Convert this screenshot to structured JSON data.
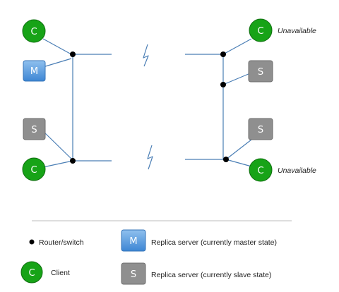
{
  "nodes": {
    "client_letter": "C",
    "master_letter": "M",
    "slave_letter": "S"
  },
  "status": {
    "unavailable_top": "Unavailable",
    "unavailable_bottom": "Unavailable"
  },
  "legend": {
    "router_label": "Router/switch",
    "client_label": "Client",
    "master_label": "Replica server (currently master state)",
    "slave_label": "Replica server (currently slave state)"
  },
  "colors": {
    "client_fill": "#17a317",
    "client_border": "#0f6e0f",
    "master_fill_top": "#8fc0ee",
    "master_fill_bottom": "#3d86d4",
    "master_border": "#3674b8",
    "slave_fill": "#8f8f8f",
    "slave_border": "#6d6d6d",
    "link": "#4a7eb5",
    "router": "#000000"
  },
  "icons": {
    "network_break": "lightning-bolt-icon",
    "router": "router-dot-icon"
  }
}
